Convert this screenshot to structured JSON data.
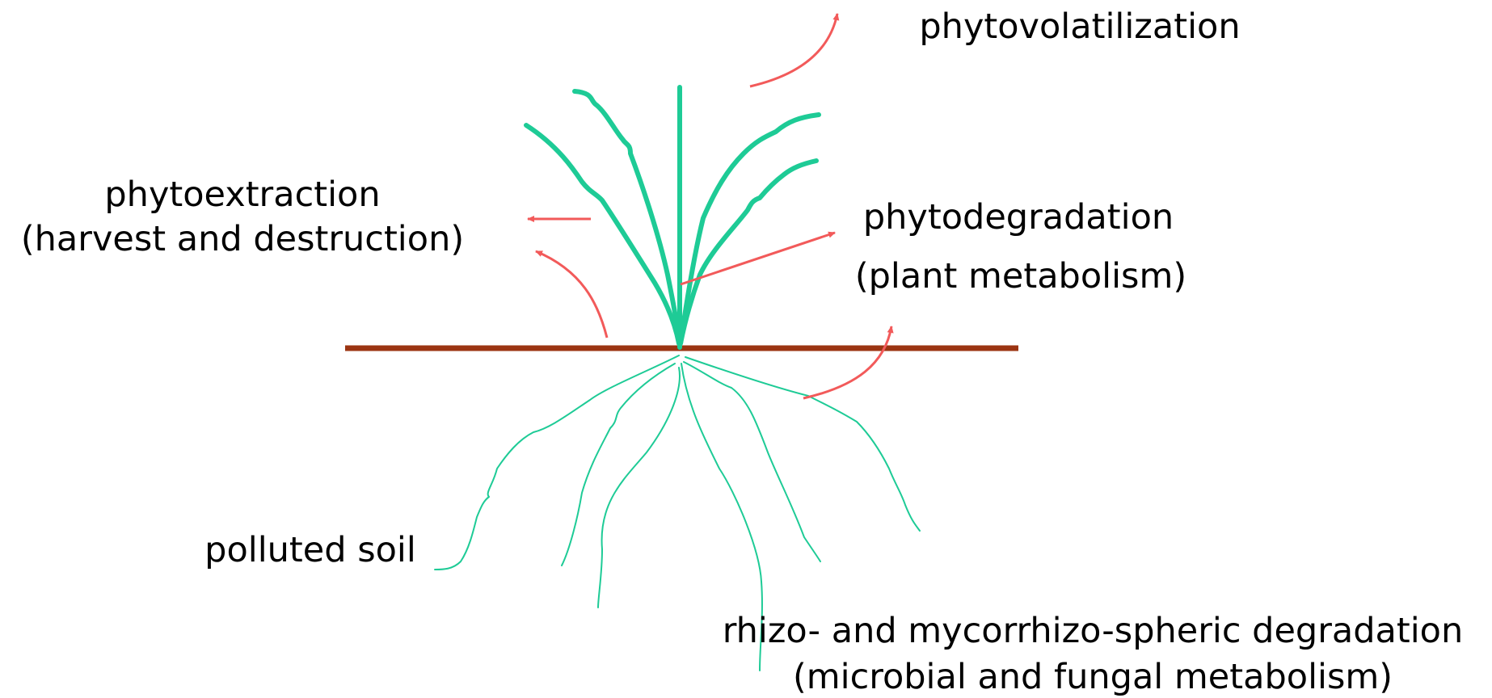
{
  "labels": {
    "phytovolatilization": "phytovolatilization",
    "phytoextraction_line1": "phytoextraction",
    "phytoextraction_line2": "(harvest and destruction)",
    "phytodegradation_line1": "phytodegradation",
    "phytodegradation_line2": "(plant metabolism)",
    "polluted_soil": "polluted soil",
    "rhizo_line1": "rhizo- and mycorrhizo-spheric degradation",
    "rhizo_line2": "(microbial and fungal metabolism)"
  },
  "colors": {
    "plant": "#1ecb96",
    "arrow": "#f25a5a",
    "soil_line": "#9b3412",
    "text": "#000000"
  }
}
